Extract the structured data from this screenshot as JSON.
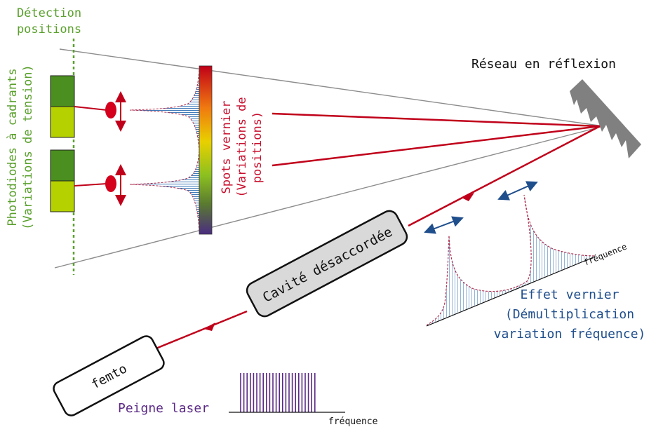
{
  "labels": {
    "detection_line1": "Détection",
    "detection_line2": "positions",
    "photodiodes_line1": "Photodiodes à cadrants",
    "photodiodes_line2": "(Variations de tension)",
    "spots_line1": "Spots vernier",
    "spots_line2": "(Variations de",
    "spots_line3": "positions)",
    "grating": "Réseau en réflexion",
    "cavity": "Cavité désaccordée",
    "femto": "femto",
    "comb": "Peigne laser",
    "comb_axis": "fréquence",
    "vernier_axis": "fréquence",
    "effect_line1": "Effet vernier",
    "effect_line2": "(Démultiplication",
    "effect_line3": "variation fréquence)"
  },
  "colors": {
    "green_label": "#5aa02c",
    "red_label": "#c8102e",
    "blue_label": "#1f4e8c",
    "purple_label": "#5b2a86",
    "beam": "#c0001a",
    "quadrant_dark": "#4a8f1f",
    "quadrant_light": "#b5d200",
    "grating": "#808080",
    "cavity_fill": "#d9d9d9",
    "hatch": "#2a6bb0",
    "arrow_blue": "#1f4e8c"
  },
  "icons": {
    "grating": "reflection-grating-icon",
    "femto": "laser-box-icon",
    "cavity": "cavity-box-icon"
  }
}
